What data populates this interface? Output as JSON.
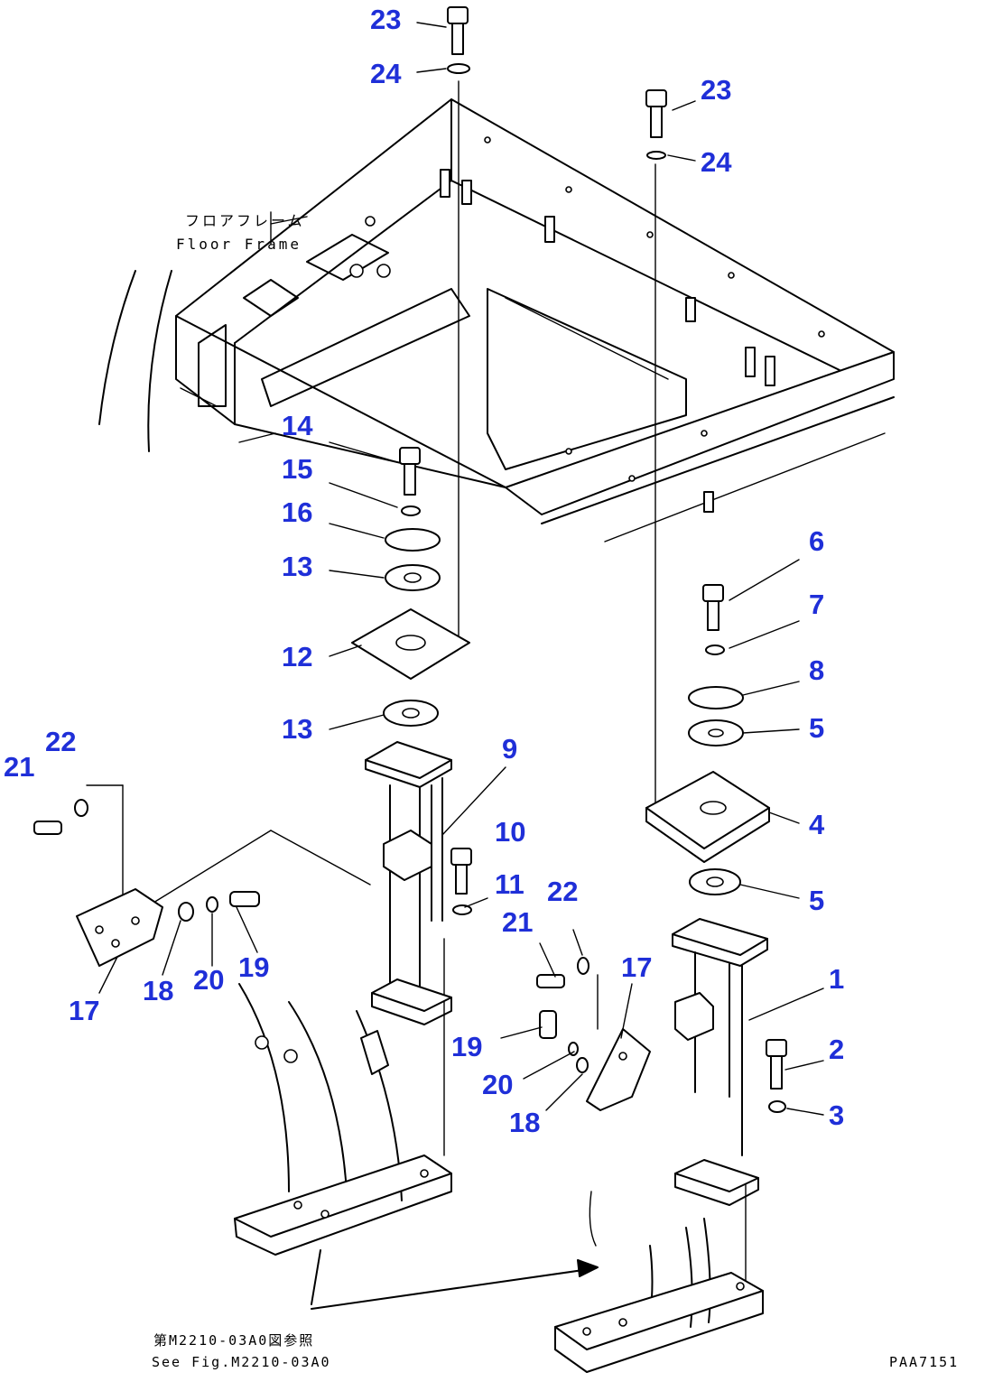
{
  "callouts": [
    {
      "n": "23"
    },
    {
      "n": "24"
    },
    {
      "n": "23"
    },
    {
      "n": "24"
    },
    {
      "n": "14"
    },
    {
      "n": "15"
    },
    {
      "n": "16"
    },
    {
      "n": "13"
    },
    {
      "n": "12"
    },
    {
      "n": "13"
    },
    {
      "n": "6"
    },
    {
      "n": "7"
    },
    {
      "n": "8"
    },
    {
      "n": "5"
    },
    {
      "n": "4"
    },
    {
      "n": "5"
    },
    {
      "n": "9"
    },
    {
      "n": "10"
    },
    {
      "n": "11"
    },
    {
      "n": "22"
    },
    {
      "n": "21"
    },
    {
      "n": "22"
    },
    {
      "n": "21"
    },
    {
      "n": "17"
    },
    {
      "n": "18"
    },
    {
      "n": "20"
    },
    {
      "n": "19"
    },
    {
      "n": "17"
    },
    {
      "n": "19"
    },
    {
      "n": "20"
    },
    {
      "n": "18"
    },
    {
      "n": "1"
    },
    {
      "n": "2"
    },
    {
      "n": "3"
    }
  ],
  "frame_label": {
    "jp": "フロアフレーム",
    "en": "Floor Frame"
  },
  "reference": {
    "jp": "第M2210-03A0図参照",
    "en": "See Fig.M2210-03A0"
  },
  "drawing_code": "PAA7151"
}
